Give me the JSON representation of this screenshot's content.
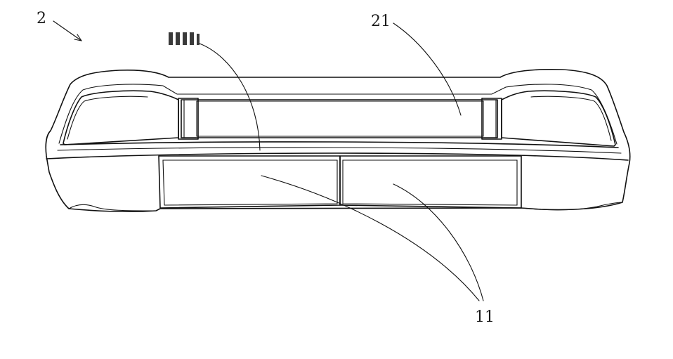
{
  "figure": {
    "labels": {
      "assembly": "2",
      "upper_panel": "21",
      "lower_panels": "11"
    }
  },
  "colors": {
    "line": "#111111",
    "background": "#ffffff"
  }
}
